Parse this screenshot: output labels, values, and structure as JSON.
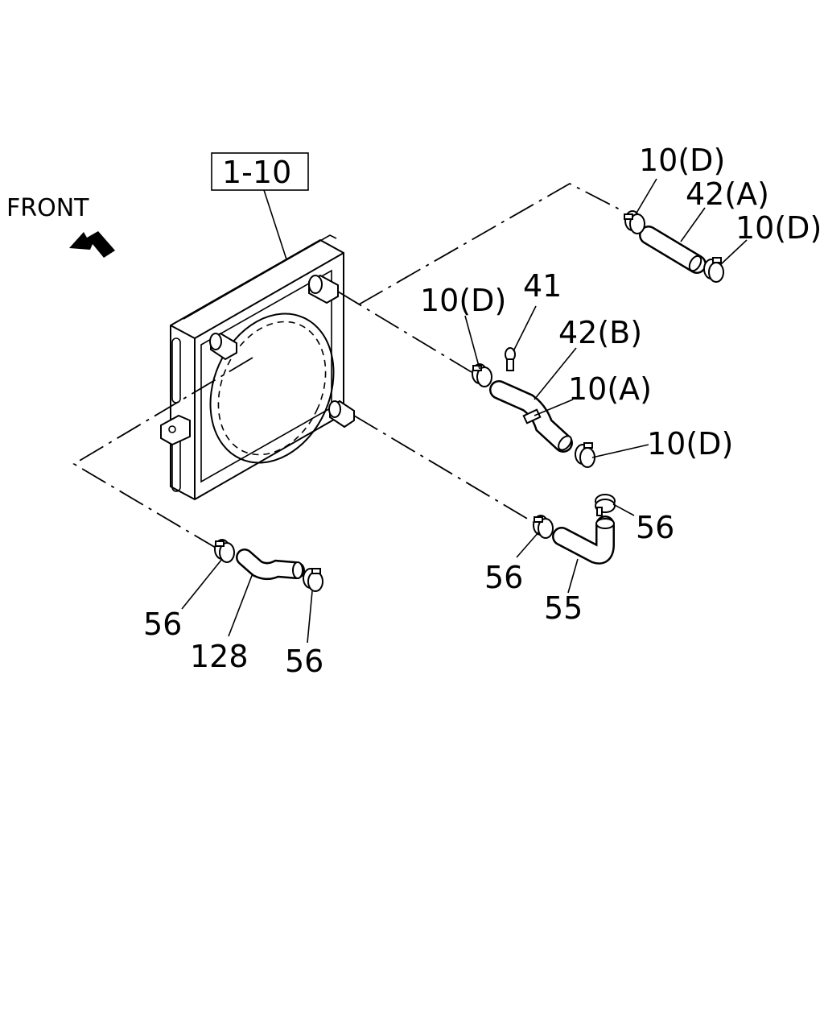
{
  "diagram": {
    "front_label": "FRONT",
    "reference_box": "1-10",
    "callouts": {
      "p10d_top": "10(D)",
      "p42a": "42(A)",
      "p10d_right": "10(D)",
      "p10d_mid": "10(D)",
      "p41": "41",
      "p42b": "42(B)",
      "p10a": "10(A)",
      "p10d_low": "10(D)",
      "p56_right": "56",
      "p56_mid": "56",
      "p55": "55",
      "p56_left": "56",
      "p128": "128",
      "p56_bottom": "56"
    }
  }
}
